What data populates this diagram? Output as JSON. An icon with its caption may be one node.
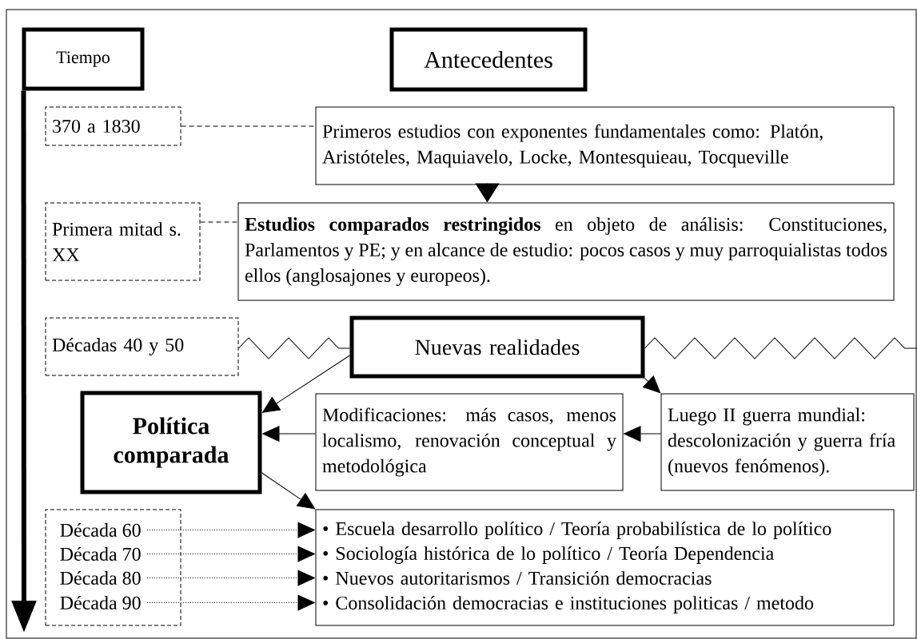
{
  "diagram": {
    "nodes": [
      {
        "text": [
          "Tiempo"
        ]
      },
      {
        "text": [
          "Antecedentes"
        ]
      },
      {
        "text": [
          "370 a 1830"
        ]
      },
      {
        "text": [
          "Primeros estudios con exponentes fundamentales como: Platón, Aristóteles, Maquiavelo, Locke, Montesquieau, Tocqueville"
        ]
      },
      {
        "text": [
          "Primera mitad s. XX"
        ]
      },
      {
        "text": [
          "**Estudios comparados restringidos** en objeto de análisis: Constituciones, Parlamentos y PE;  y en alcance de estudio: pocos casos y muy parroquialistas todos ellos (anglosajones y europeos)."
        ]
      },
      {
        "text": [
          "Décadas 40 y 50"
        ]
      },
      {
        "text": [
          "Nuevas realidades"
        ]
      },
      {
        "text": [
          "Política comparada"
        ]
      },
      {
        "text": [
          "Modificaciones: más casos, menos localismo, renovación conceptual y metodológica"
        ]
      },
      {
        "text": [
          "Luego II guerra mundial: descolonización y guerra fría (nuevos fenómenos)."
        ]
      },
      {
        "text": [],
        "shape": "box"
      },
      {
        "text": [
          "Década 60"
        ],
        "in": 11
      },
      {
        "text": [
          "Década 70"
        ],
        "in": 11
      },
      {
        "text": [
          "Década 80"
        ],
        "in": 11
      },
      {
        "text": [
          "Década 90"
        ],
        "in": 11
      },
      {
        "text": [
          "• Escuela desarrollo político / Teoría probabilística de lo político",
          "• Sociología histórica de lo político / Teoría Dependencia",
          "• Nuevos autoritarismos / Transición democracias",
          "• Consolidación democracias e instituciones politicas / metodo"
        ]
      }
    ],
    "edges": [
      {
        "from": 0,
        "to": null,
        "arrow": "to",
        "style": "thick"
      },
      {
        "from": 2,
        "to": 3,
        "arrow": "none",
        "style": "dashed"
      },
      {
        "from": 3,
        "to": 5,
        "arrow": "to"
      },
      {
        "from": 4,
        "to": 5,
        "arrow": "none",
        "style": "dashed"
      },
      {
        "from": 6,
        "to": 7,
        "arrow": "none"
      },
      {
        "from": 7,
        "to": null,
        "arrow": "none"
      },
      {
        "from": 7,
        "to": 8,
        "arrow": "to"
      },
      {
        "from": 7,
        "to": 10,
        "arrow": "to"
      },
      {
        "from": 10,
        "to": 9,
        "arrow": "to"
      },
      {
        "from": 9,
        "to": 8,
        "arrow": "to"
      },
      {
        "from": 8,
        "to": 16,
        "arrow": "to"
      },
      {
        "from": 12,
        "to": 16,
        "arrow": "to",
        "style": "dashed"
      },
      {
        "from": 13,
        "to": 16,
        "arrow": "to",
        "style": "dashed"
      },
      {
        "from": 14,
        "to": 16,
        "arrow": "to",
        "style": "dashed"
      },
      {
        "from": 15,
        "to": 16,
        "arrow": "to",
        "style": "dashed"
      }
    ]
  }
}
